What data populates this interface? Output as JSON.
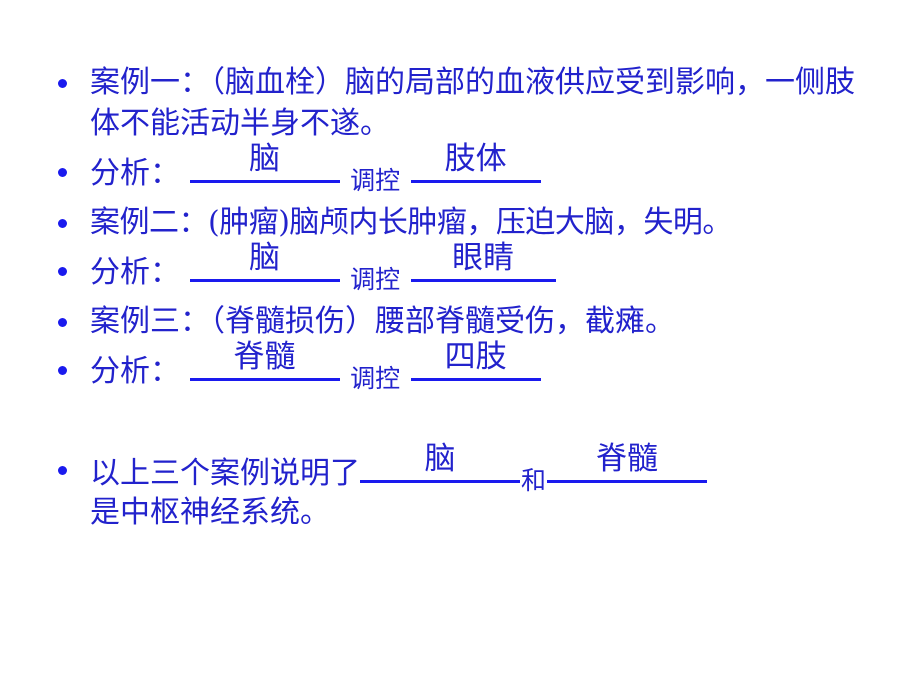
{
  "slide": {
    "background_color": "#ffffff",
    "text_color": "#2222cc",
    "rule_color": "#1a1aee"
  },
  "bullets": [
    {
      "kind": "case",
      "text": "案例一：（脑血栓）脑的局部的血液供应受到影响，一侧肢体不能活动半身不遂。"
    },
    {
      "kind": "analysis",
      "label": "分析：",
      "blank1": "脑",
      "connector": "调控",
      "blank2": "肢体"
    },
    {
      "kind": "case",
      "text": "案例二：(肿瘤)脑颅内长肿瘤，压迫大脑，失明。"
    },
    {
      "kind": "analysis",
      "label": "分析：",
      "blank1": "脑",
      "connector": "调控",
      "blank2": "眼睛"
    },
    {
      "kind": "case",
      "text": "案例三：（脊髓损伤）腰部脊髓受伤，截瘫。"
    },
    {
      "kind": "analysis",
      "label": "分析：",
      "blank1": "脊髓",
      "connector": "调控",
      "blank2": "四肢"
    },
    {
      "kind": "summary",
      "lead": "以上三个案例说明了",
      "blank1": "脑",
      "connector": "和",
      "blank2": "脊髓",
      "tail": "是中枢神经系统。"
    }
  ]
}
